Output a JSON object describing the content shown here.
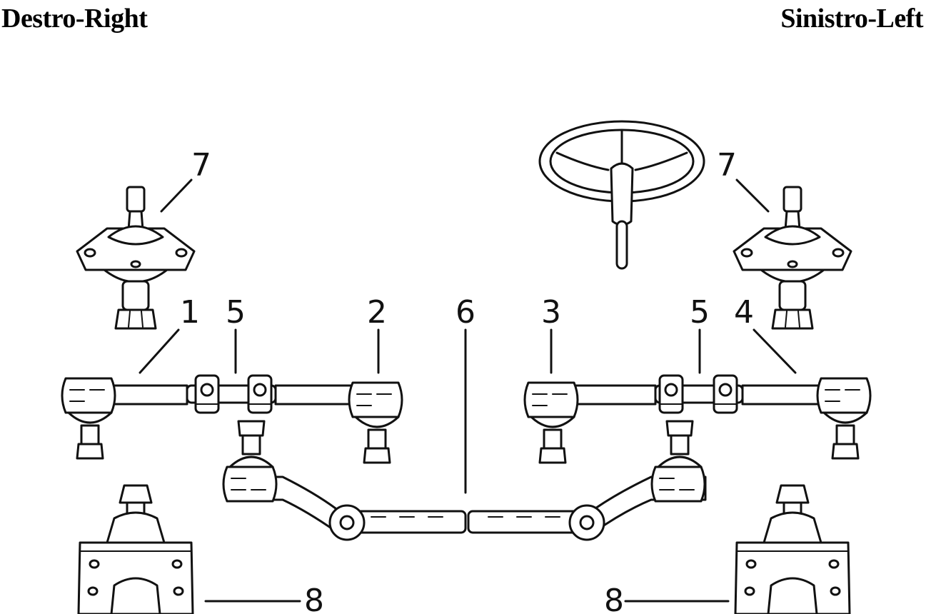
{
  "header": {
    "right_label": "Destro-Right",
    "left_label": "Sinistro-Left"
  },
  "callouts": [
    {
      "id": "7a",
      "number": "7"
    },
    {
      "id": "7b",
      "number": "7"
    },
    {
      "id": "1",
      "number": "1"
    },
    {
      "id": "5a",
      "number": "5"
    },
    {
      "id": "2",
      "number": "2"
    },
    {
      "id": "6",
      "number": "6"
    },
    {
      "id": "3",
      "number": "3"
    },
    {
      "id": "5b",
      "number": "5"
    },
    {
      "id": "4",
      "number": "4"
    },
    {
      "id": "8a",
      "number": "8"
    },
    {
      "id": "8b",
      "number": "8"
    }
  ]
}
